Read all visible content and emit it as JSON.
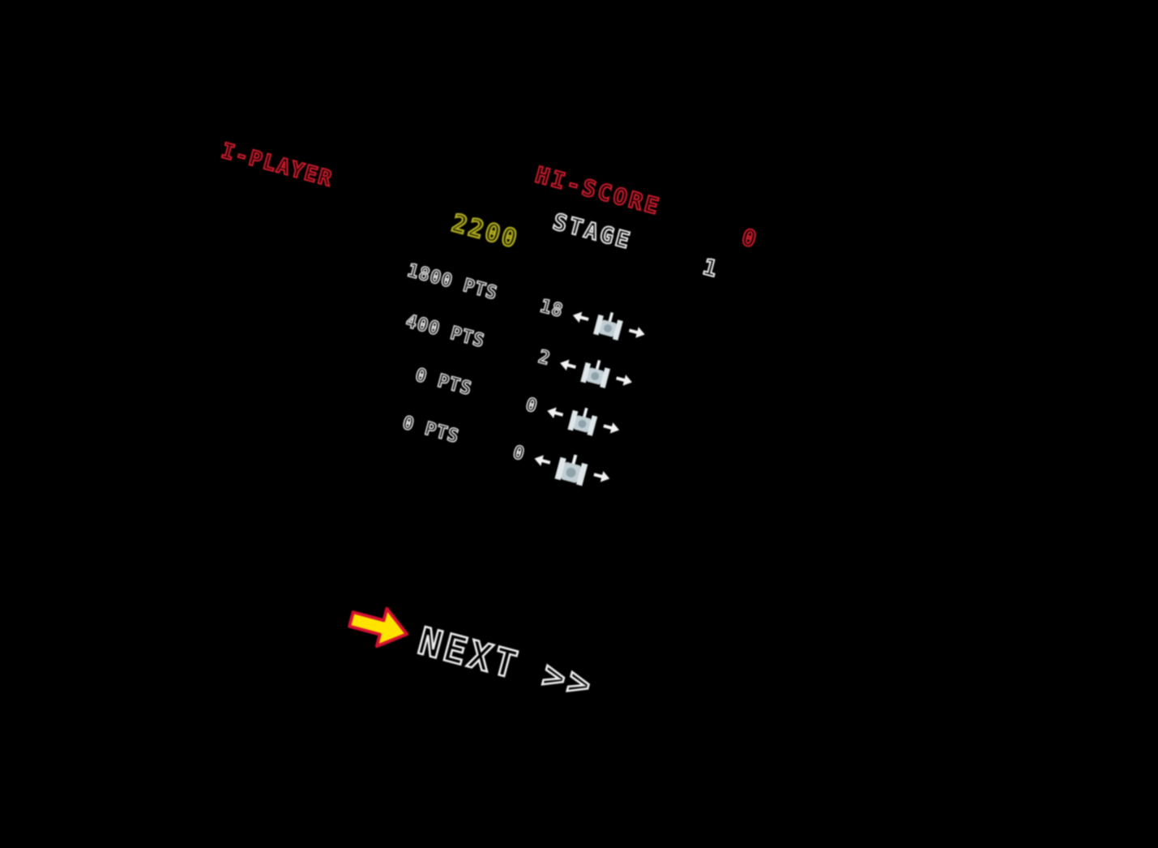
{
  "screen": {
    "hi_score_label": "HI-SCORE",
    "hi_score_value": "0",
    "stage_label": "STAGE",
    "stage_value": "1",
    "player_label": "I-PLAYER",
    "player_score": "2200",
    "score_rows": [
      {
        "points": "1800 PTS",
        "count": "18",
        "tank": "basic-tank"
      },
      {
        "points": "400 PTS",
        "count": "2",
        "tank": "fast-tank"
      },
      {
        "points": "0 PTS",
        "count": "0",
        "tank": "power-tank"
      },
      {
        "points": "0 PTS",
        "count": "0",
        "tank": "armor-tank"
      }
    ],
    "next_label": "NEXT >>",
    "colors": {
      "background": "#000000",
      "accent_red": "#d01c2e",
      "score_yellow": "#b4b01e",
      "text_white": "#ececec",
      "arrow_fill": "#ffe400",
      "arrow_outline": "#d41031"
    }
  }
}
